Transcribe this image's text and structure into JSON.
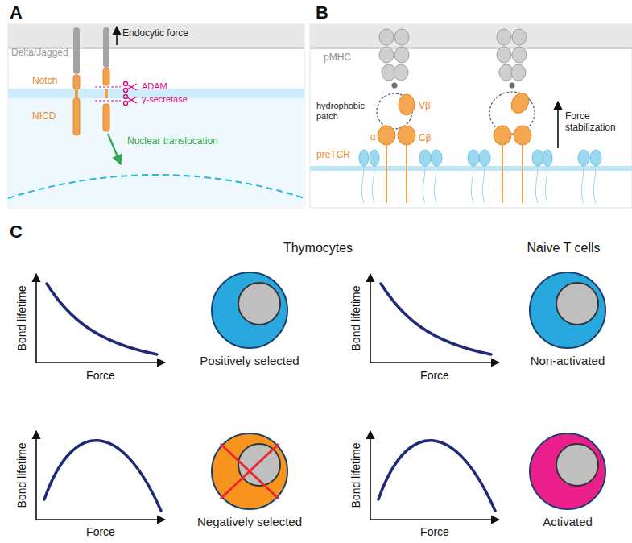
{
  "diagram": {
    "nodes": [
      {
        "text": [
          "Positively selected"
        ]
      },
      {
        "text": [
          "Non-activated"
        ]
      },
      {
        "text": [
          "Negatively selected"
        ]
      },
      {
        "text": [
          "Activated"
        ]
      }
    ],
    "labels": [
      "A",
      "Endocytic force",
      "Delta/Jagged",
      "Notch",
      "ADAM",
      "γ-secretase",
      "NICD",
      "Nuclear translocation",
      "B",
      "pMHC",
      "hydrophobic patch",
      "Vβ",
      "α",
      "Cβ",
      "preTCR",
      "Force stabilization",
      "C",
      "Thymocytes",
      "Naive T cells",
      "Bond lifetime",
      "Force",
      "Bond lifetime",
      "Force",
      "Bond lifetime",
      "Force",
      "Bond lifetime",
      "Force"
    ]
  }
}
